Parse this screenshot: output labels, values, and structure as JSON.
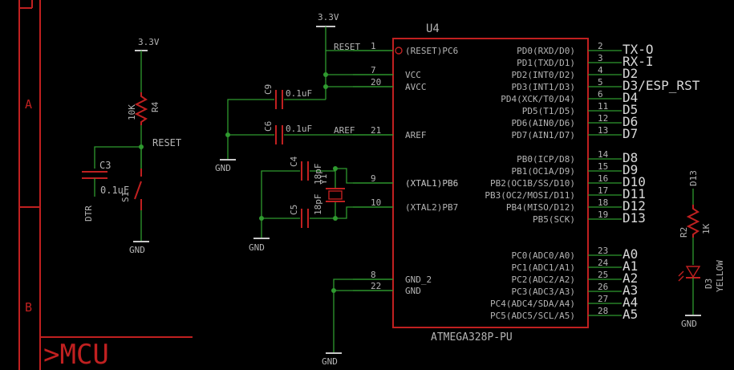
{
  "frame": {
    "row_a": "A",
    "row_b": "B",
    "sheet_label": ">MCU"
  },
  "ic": {
    "name": "U4",
    "value": "ATMEGA328P-PU",
    "left_pins": [
      {
        "num": "1",
        "name": "(RESET)PC6",
        "net": "RESET"
      },
      {
        "num": "7",
        "name": "VCC",
        "net": ""
      },
      {
        "num": "20",
        "name": "AVCC",
        "net": ""
      },
      {
        "num": "21",
        "name": "AREF",
        "net": "AREF"
      },
      {
        "num": "9",
        "name": "(XTAL1)PB6",
        "net": ""
      },
      {
        "num": "10",
        "name": "(XTAL2)PB7",
        "net": ""
      },
      {
        "num": "8",
        "name": "GND_2",
        "net": ""
      },
      {
        "num": "22",
        "name": "GND",
        "net": ""
      }
    ],
    "right_pins": [
      {
        "num": "2",
        "name": "PD0(RXD/D0)",
        "net": "TX-O"
      },
      {
        "num": "3",
        "name": "PD1(TXD/D1)",
        "net": "RX-I"
      },
      {
        "num": "4",
        "name": "PD2(INT0/D2)",
        "net": "D2"
      },
      {
        "num": "5",
        "name": "PD3(INT1/D3)",
        "net": "D3/ESP_RST"
      },
      {
        "num": "6",
        "name": "PD4(XCK/T0/D4)",
        "net": "D4"
      },
      {
        "num": "11",
        "name": "PD5(T1/D5)",
        "net": "D5"
      },
      {
        "num": "12",
        "name": "PD6(AIN0/D6)",
        "net": "D6"
      },
      {
        "num": "13",
        "name": "PD7(AIN1/D7)",
        "net": "D7"
      },
      {
        "num": "14",
        "name": "PB0(ICP/D8)",
        "net": "D8"
      },
      {
        "num": "15",
        "name": "PB1(OC1A/D9)",
        "net": "D9"
      },
      {
        "num": "16",
        "name": "(XTAL1)PB6  PB2(OC1B/SS/D10)",
        "net": "D10"
      },
      {
        "num": "17",
        "name": "PB3(OC2/MOSI/D11)",
        "net": "D11"
      },
      {
        "num": "18",
        "name": "PB4(MISO/D12)",
        "net": "D12"
      },
      {
        "num": "19",
        "name": "PB5(SCK)",
        "net": "D13"
      },
      {
        "num": "23",
        "name": "PC0(ADC0/A0)",
        "net": "A0"
      },
      {
        "num": "24",
        "name": "PC1(ADC1/A1)",
        "net": "A1"
      },
      {
        "num": "25",
        "name": "PC2(ADC2/A2)",
        "net": "A2"
      },
      {
        "num": "26",
        "name": "PC3(ADC3/A3)",
        "net": "A3"
      },
      {
        "num": "27",
        "name": "PC4(ADC4/SDA/A4)",
        "net": "A4"
      },
      {
        "num": "28",
        "name": "PC5(ADC5/SCL/A5)",
        "net": "A5"
      }
    ]
  },
  "labels": {
    "v33_left": "3.3V",
    "v33_top": "3.3V",
    "r4_name": "R4",
    "r4_value": "10K",
    "reset_net": "RESET",
    "c3_name": "C3",
    "c3_value": "0.1uF",
    "dtr": "DTR",
    "s1": "S1",
    "c9_name": "C9",
    "c9_value": "0.1uF",
    "c6_name": "C6",
    "c6_value": "0.1uF",
    "c4_name": "C4",
    "c4_value": "18pF",
    "c5_name": "C5",
    "c5_value": "18pF",
    "y1": "Y1",
    "gnd": "GND",
    "d13_net": "D13",
    "r2_name": "R2",
    "r2_value": "1K",
    "d3_name": "D3",
    "d3_value": "YELLOW"
  }
}
